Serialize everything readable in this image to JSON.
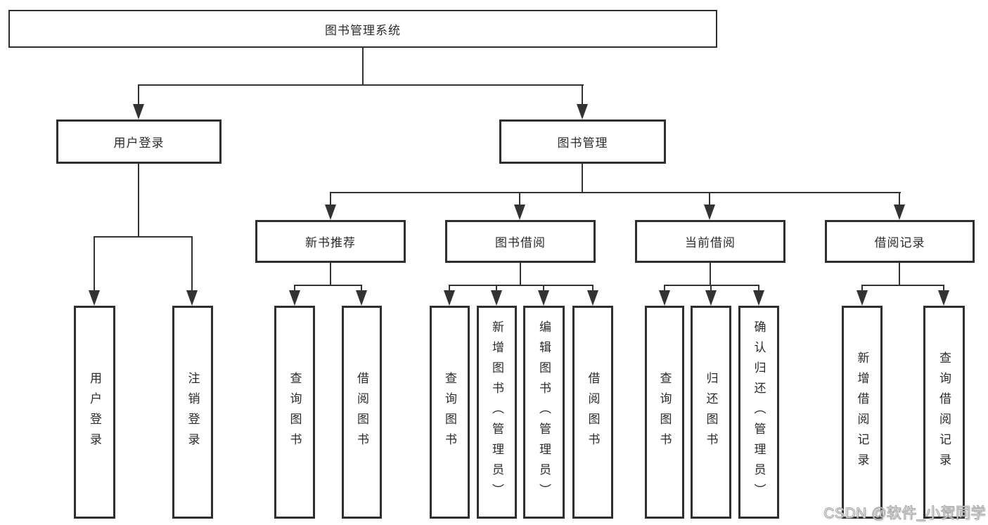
{
  "diagram": {
    "type": "hierarchy",
    "root": {
      "label": "图书管理系统",
      "children": [
        {
          "label": "用户登录",
          "children": [
            {
              "label": "用户登录"
            },
            {
              "label": "注销登录"
            }
          ]
        },
        {
          "label": "图书管理",
          "children": [
            {
              "label": "新书推荐",
              "children": [
                {
                  "label": "查询图书"
                },
                {
                  "label": "借阅图书"
                }
              ]
            },
            {
              "label": "图书借阅",
              "children": [
                {
                  "label": "查询图书"
                },
                {
                  "label": "新增图书（管理员）"
                },
                {
                  "label": "编辑图书（管理员）"
                },
                {
                  "label": "借阅图书"
                }
              ]
            },
            {
              "label": "当前借阅",
              "children": [
                {
                  "label": "查询图书"
                },
                {
                  "label": "归还图书"
                },
                {
                  "label": "确认归还（管理员）"
                }
              ]
            },
            {
              "label": "借阅记录",
              "children": [
                {
                  "label": "新增借阅记录"
                },
                {
                  "label": "查询借阅记录"
                }
              ]
            }
          ]
        }
      ]
    }
  },
  "watermark": "CSDN @软件_小贺同学",
  "colors": {
    "line": "#333333",
    "border": "#2f2f2f",
    "text": "#2b2b2b",
    "node_background": "#ffffff",
    "page_background": "#ffffff",
    "watermark_fill": "#ffffff",
    "watermark_stroke": "#919191"
  }
}
